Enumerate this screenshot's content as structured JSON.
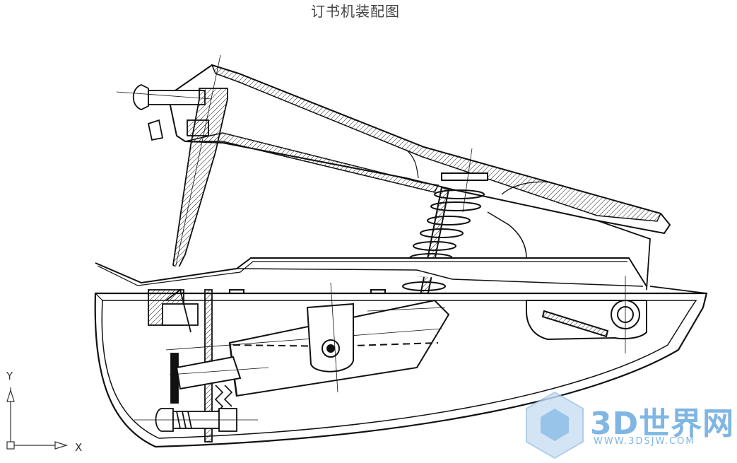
{
  "title": "订书机装配图",
  "axes": {
    "y_label": "Y",
    "x_label": "X"
  },
  "watermark": {
    "brand": "3D世界网",
    "url": "WWW.3DSJW.COM"
  },
  "colors": {
    "line": "#111111",
    "hatch": "#222222",
    "watermark": "#7fb6e4"
  }
}
